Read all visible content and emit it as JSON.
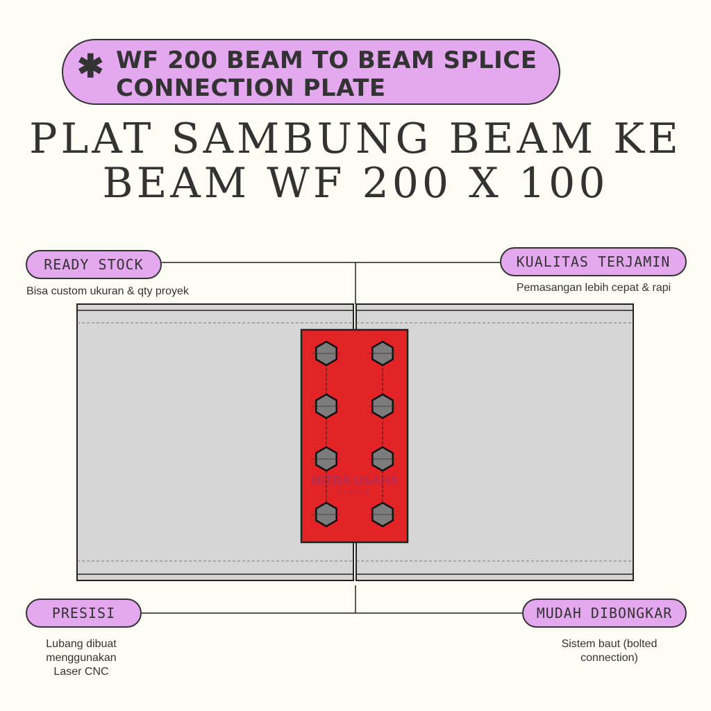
{
  "header": {
    "icon": "asterisk-flower-icon",
    "title_line1": "WF 200 BEAM TO BEAM SPLICE",
    "title_line2": "CONNECTION PLATE"
  },
  "subtitle": {
    "line1": "PLAT SAMBUNG BEAM KE",
    "line2": "BEAM WF 200 X 100"
  },
  "features": [
    {
      "label": "READY STOCK",
      "caption": "Bisa custom ukuran & qty proyek"
    },
    {
      "label": "KUALITAS TERJAMIN",
      "caption": "Pemasangan lebih cepat & rapi"
    },
    {
      "label": "PRESISI",
      "caption_lines": [
        "Lubang dibuat",
        "menggunakan",
        "Laser CNC"
      ]
    },
    {
      "label": "MUDAH DIBONGKAR",
      "caption_lines": [
        "Sistem baut (bolted",
        "connection)"
      ]
    }
  ],
  "watermark": {
    "line1": "MITRA USAHA",
    "line2": "TEKNIK"
  },
  "colors": {
    "background": "#fdfcf5",
    "pill": "#e4a8ee",
    "plate": "#e32426",
    "beam": "#d6d6d6",
    "bolt": "#7c7c7c"
  }
}
